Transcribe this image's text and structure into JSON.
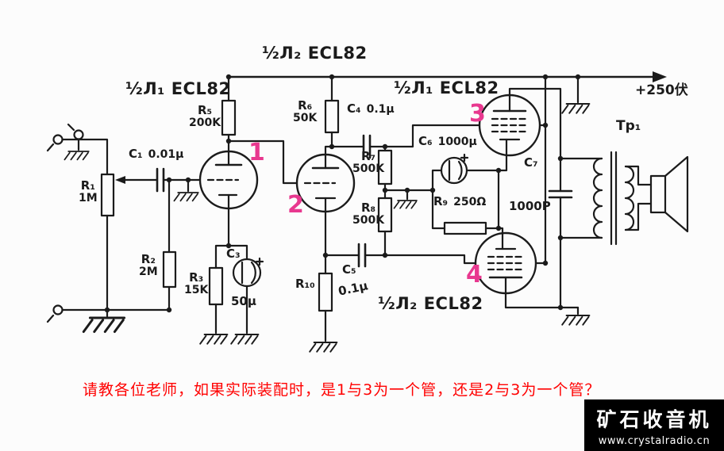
{
  "colors": {
    "bg": "#fcfcfc",
    "ink": "#1b1b1b",
    "accent": "#e8388f",
    "question_red": "#ff0000",
    "watermark_bg": "#000000",
    "watermark_fg": "#ffffff"
  },
  "labels": {
    "tube_top": "½Л₂ ECL82",
    "tube_left": "½Л₁ ECL82",
    "tube_right": "½Л₁ ECL82",
    "tube_bottom": "½Л₂ ECL82",
    "supply": "+250伏",
    "transformer": "Tp₁"
  },
  "components": {
    "r1": {
      "name": "R₁",
      "value": "1M"
    },
    "r2": {
      "name": "R₂",
      "value": "2M"
    },
    "r3": {
      "name": "R₃",
      "value": "15K"
    },
    "r5": {
      "name": "R₅",
      "value": "200K"
    },
    "r6": {
      "name": "R₆",
      "value": "50K"
    },
    "r7": {
      "name": "R₇",
      "value": "500K"
    },
    "r8": {
      "name": "R₈",
      "value": "500K"
    },
    "r9": {
      "name": "R₉",
      "value": "250Ω"
    },
    "r10": {
      "name": "R₁₀",
      "value": ""
    },
    "c1": {
      "name": "C₁",
      "value": "0.01µ"
    },
    "c3": {
      "name": "C₃",
      "value": "50µ"
    },
    "c4": {
      "name": "C₄",
      "value": "0.1µ"
    },
    "c5": {
      "name": "C₅",
      "value": "0.1µ"
    },
    "c6": {
      "name": "C₆",
      "value": "1000µ"
    },
    "c7": {
      "name": "C₇",
      "value": "1000P"
    }
  },
  "section_markers": {
    "s1": "1",
    "s2": "2",
    "s3": "3",
    "s4": "4"
  },
  "question": "请教各位老师，如果实际装配时，是1与3为一个管，还是2与3为一个管？",
  "watermark": {
    "title": "矿石收音机",
    "url": "www.crystalradio.cn"
  }
}
